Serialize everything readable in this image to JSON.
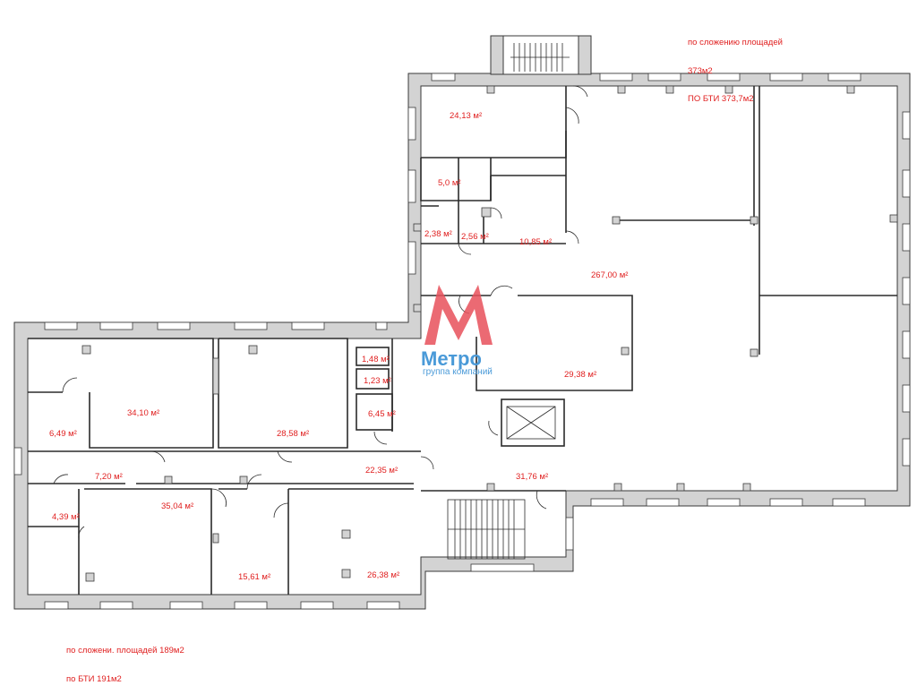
{
  "colors": {
    "wall": "#d3d3d3",
    "wall_stroke": "#3a3a3a",
    "line": "#2b2b2b",
    "label": "#e02020",
    "logo_red": "#e8505b",
    "logo_blue": "#4a9ad8"
  },
  "notes": {
    "top_right": [
      "по сложению площадей",
      "373м2",
      "ПО БТИ 373,7м2"
    ],
    "bottom_left": [
      "по сложени. площадей 189м2",
      "по БТИ 191м2"
    ]
  },
  "logo": {
    "word": "Метро",
    "subtitle": "группа компаний",
    "icon": "metro-m-logo-icon"
  },
  "rooms": [
    {
      "id": "r1",
      "area": "24,13 м²"
    },
    {
      "id": "r2",
      "area": "5,0 м²"
    },
    {
      "id": "r3",
      "area": "2,38 м²"
    },
    {
      "id": "r4",
      "area": "2,56 м²"
    },
    {
      "id": "r5",
      "area": "10,85 м²"
    },
    {
      "id": "r6",
      "area": "267,00 м²"
    },
    {
      "id": "r7",
      "area": "29,38 м²"
    },
    {
      "id": "r8",
      "area": "31,76 м²"
    },
    {
      "id": "r9",
      "area": "1,48 м²"
    },
    {
      "id": "r10",
      "area": "1,23 м²"
    },
    {
      "id": "r11",
      "area": "6,45 м²"
    },
    {
      "id": "r12",
      "area": "34,10 м²"
    },
    {
      "id": "r13",
      "area": "28,58 м²"
    },
    {
      "id": "r14",
      "area": "6,49 м²"
    },
    {
      "id": "r15",
      "area": "7,20 м²"
    },
    {
      "id": "r16",
      "area": "22,35 м²"
    },
    {
      "id": "r17",
      "area": "4,39 м²"
    },
    {
      "id": "r18",
      "area": "35,04 м²"
    },
    {
      "id": "r19",
      "area": "15,61 м²"
    },
    {
      "id": "r20",
      "area": "26,38 м²"
    }
  ]
}
